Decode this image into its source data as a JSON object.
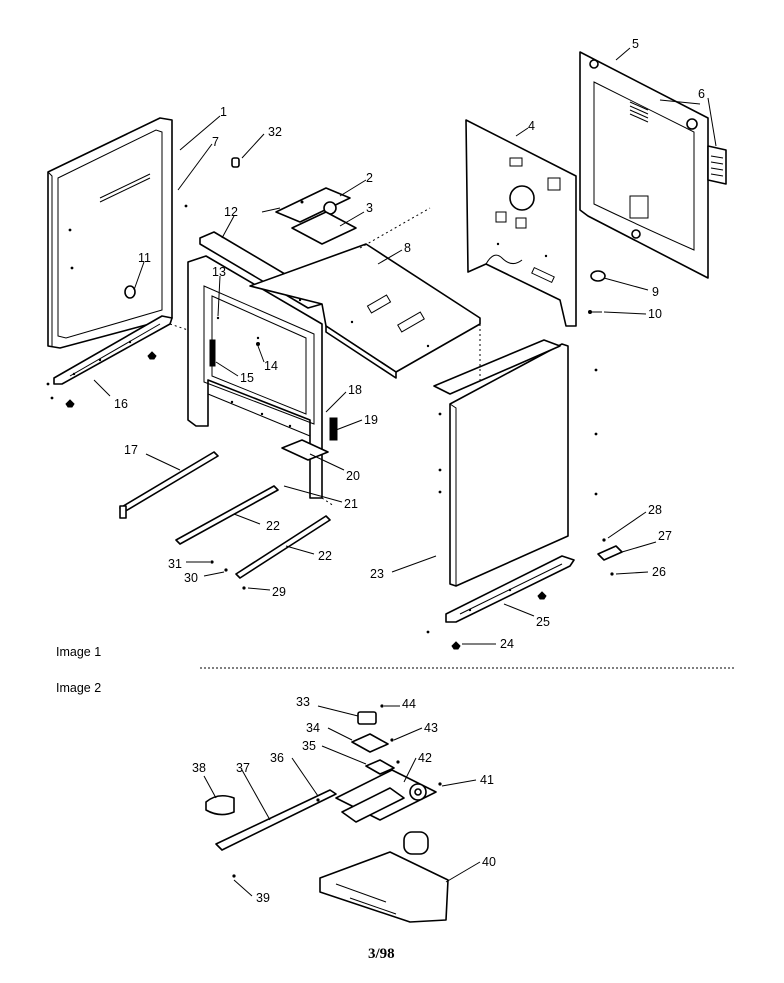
{
  "sections": [
    {
      "label": "Image 1"
    },
    {
      "label": "Image 2"
    }
  ],
  "page_number": "3/98",
  "callouts": [
    "1",
    "2",
    "3",
    "4",
    "5",
    "6",
    "7",
    "8",
    "9",
    "10",
    "11",
    "12",
    "13",
    "14",
    "15",
    "16",
    "17",
    "18",
    "19",
    "20",
    "21",
    "22",
    "22",
    "23",
    "24",
    "25",
    "26",
    "27",
    "28",
    "29",
    "30",
    "31",
    "32",
    "33",
    "34",
    "35",
    "36",
    "37",
    "38",
    "39",
    "40",
    "41",
    "42",
    "43",
    "44"
  ]
}
